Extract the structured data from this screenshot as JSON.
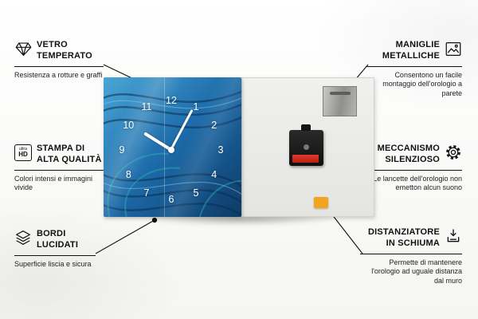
{
  "callouts": {
    "left": [
      {
        "title": "VETRO TEMPERATO",
        "subtitle": "Resistenza a rotture e graffi",
        "icon": "diamond-icon"
      },
      {
        "title": "STAMPA DI ALTA QUALITÀ",
        "subtitle": "Colori intensi e immagini vivide",
        "icon": "ultra-hd-icon",
        "icon_label": {
          "top": "ultra",
          "bottom": "HD"
        }
      },
      {
        "title": "BORDI LUCIDATI",
        "subtitle": "Superficie liscia e sicura",
        "icon": "layers-icon"
      }
    ],
    "right": [
      {
        "title": "MANIGLIE METALLICHE",
        "subtitle": "Consentono un facile montaggio dell'orologio a parete",
        "icon": "picture-frame-icon"
      },
      {
        "title": "MECCANISMO SILENZIOSO",
        "subtitle": "Le lancette dell'orologio non emetton alcun suono",
        "icon": "gear-icon"
      },
      {
        "title": "DISTANZIATORE IN SCHIUMA",
        "subtitle": "Permette di mantenere l'orologio ad uguale distanza dal muro",
        "icon": "press-down-icon"
      }
    ]
  },
  "clock": {
    "numerals": [
      "12",
      "1",
      "2",
      "3",
      "4",
      "5",
      "6",
      "7",
      "8",
      "9",
      "10",
      "11"
    ],
    "time": {
      "hour_angle_deg": 302,
      "minute_angle_deg": 28
    },
    "numeral_color": "#ffffff"
  },
  "colors": {
    "callout_line": "#111111",
    "face_blue": "#1c6aa8",
    "spacer_orange": "#f2a31f",
    "battery_red": "#c92516",
    "back_panel": "#e8e8e5"
  }
}
